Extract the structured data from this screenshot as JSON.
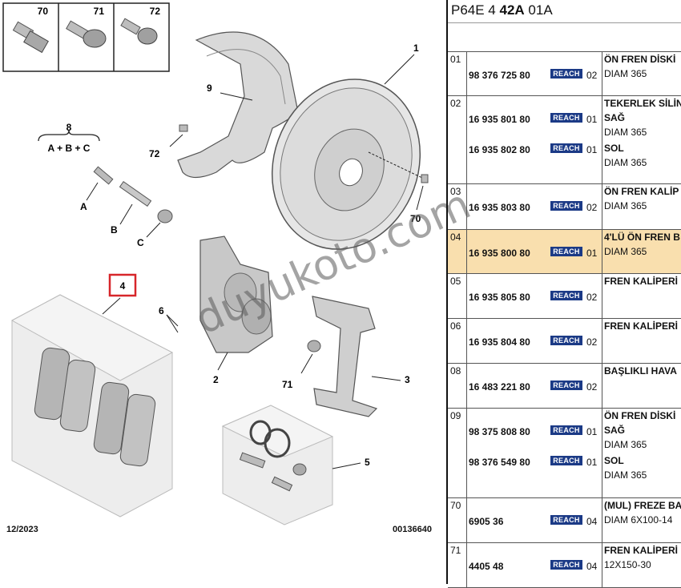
{
  "header": {
    "prefix": "P64E 4 ",
    "bold": "42A",
    "suffix": " 01A"
  },
  "badge_label": "REACH",
  "footer": {
    "date": "12/2023",
    "code": "00136640"
  },
  "watermark": "duyukoto.com",
  "diagram": {
    "callouts": [
      "1",
      "2",
      "3",
      "4",
      "5",
      "6",
      "8",
      "9",
      "70",
      "71",
      "72"
    ],
    "fasteners": {
      "first": "70",
      "second": "71",
      "third": "72"
    },
    "kit_formula": "A + B + C",
    "letters": [
      "A",
      "B",
      "C"
    ]
  },
  "rows": [
    {
      "idx": "01",
      "items": [
        {
          "ref": "98 376 725 80",
          "qty": "02"
        }
      ],
      "desc": "ÖN FREN DİSKİ",
      "sub": [
        "DIAM 365"
      ]
    },
    {
      "idx": "02",
      "items": [
        {
          "ref": "16 935 801 80",
          "qty": "01"
        },
        {
          "ref": "16 935 802 80",
          "qty": "01"
        }
      ],
      "desc": "TEKERLEK SİLİN",
      "sub": [
        "SAĞ",
        "DIAM 365",
        "SOL",
        "DIAM 365"
      ]
    },
    {
      "idx": "03",
      "items": [
        {
          "ref": "16 935 803 80",
          "qty": "02"
        }
      ],
      "desc": "ÖN FREN KALİP",
      "sub": [
        "DIAM 365"
      ]
    },
    {
      "idx": "04",
      "items": [
        {
          "ref": "16 935 800 80",
          "qty": "01"
        }
      ],
      "desc": "4'LÜ ÖN FREN B",
      "sub": [
        "DIAM 365"
      ]
    },
    {
      "idx": "05",
      "items": [
        {
          "ref": "16 935 805 80",
          "qty": "02"
        }
      ],
      "desc": "FREN KALİPERİ",
      "sub": []
    },
    {
      "idx": "06",
      "items": [
        {
          "ref": "16 935 804 80",
          "qty": "02"
        }
      ],
      "desc": "FREN KALİPERİ",
      "sub": []
    },
    {
      "idx": "08",
      "items": [
        {
          "ref": "16 483 221 80",
          "qty": "02"
        }
      ],
      "desc": "BAŞLIKLI HAVA",
      "sub": []
    },
    {
      "idx": "09",
      "items": [
        {
          "ref": "98 375 808 80",
          "qty": "01"
        },
        {
          "ref": "98 376 549 80",
          "qty": "01"
        }
      ],
      "desc": "ÖN FREN DİSKİ",
      "sub": [
        "SAĞ",
        "DIAM 365",
        "SOL",
        "DIAM 365"
      ]
    },
    {
      "idx": "70",
      "items": [
        {
          "ref": "6905 36",
          "qty": "04"
        }
      ],
      "desc": "(MUL) FREZE BA",
      "sub": [
        "DIAM 6X100-14"
      ]
    },
    {
      "idx": "71",
      "items": [
        {
          "ref": "4405 48",
          "qty": "04"
        }
      ],
      "desc": "FREN KALİPERİ",
      "sub": [
        "12X150-30"
      ]
    }
  ]
}
